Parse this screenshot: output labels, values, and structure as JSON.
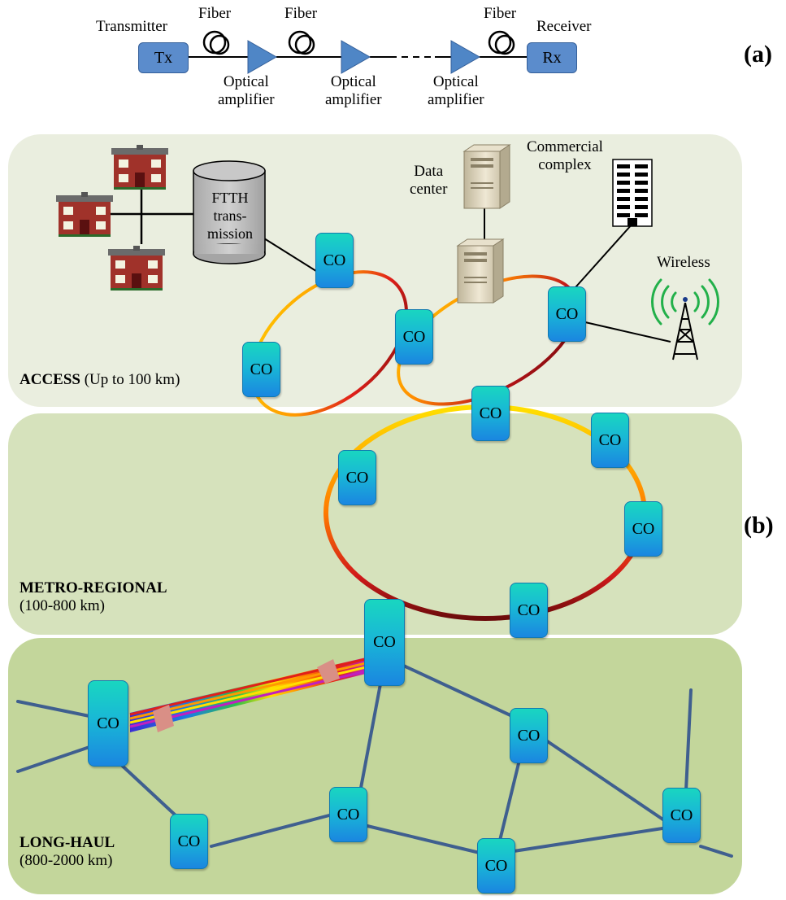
{
  "part_a": {
    "tx": "Tx",
    "rx": "Rx",
    "transmitter": "Transmitter",
    "receiver": "Receiver",
    "fiber": "Fiber",
    "amp_line1": "Optical",
    "amp_line2": "amplifier",
    "tag": "(a)"
  },
  "part_b": {
    "tag": "(b)",
    "access_title": "ACCESS",
    "access_range": "(Up to 100 km)",
    "metro_title": "METRO-REGIONAL",
    "metro_range": "(100-800 km)",
    "longhaul_title": "LONG-HAUL",
    "longhaul_range": "(800-2000 km)",
    "ftth_lines": [
      "FTTH",
      "trans-",
      "mission"
    ],
    "data_center_lines": [
      "Data",
      "center"
    ],
    "commercial_lines": [
      "Commercial",
      "complex"
    ],
    "wireless": "Wireless",
    "co": "CO"
  },
  "colors": {
    "access_bg": "#eaeedf",
    "metro_bg": "#d6e2bc",
    "longhaul_bg": "#c3d69b",
    "co_fill": "#19b8d6",
    "tx_rx_fill": "#5b8ccc",
    "amplifier": "#4f86c6",
    "link": "#3f5f8f"
  },
  "icons": [
    "fiber-coil-icon",
    "amplifier-icon",
    "house-icon",
    "server-icon",
    "building-icon",
    "antenna-tower-icon"
  ]
}
